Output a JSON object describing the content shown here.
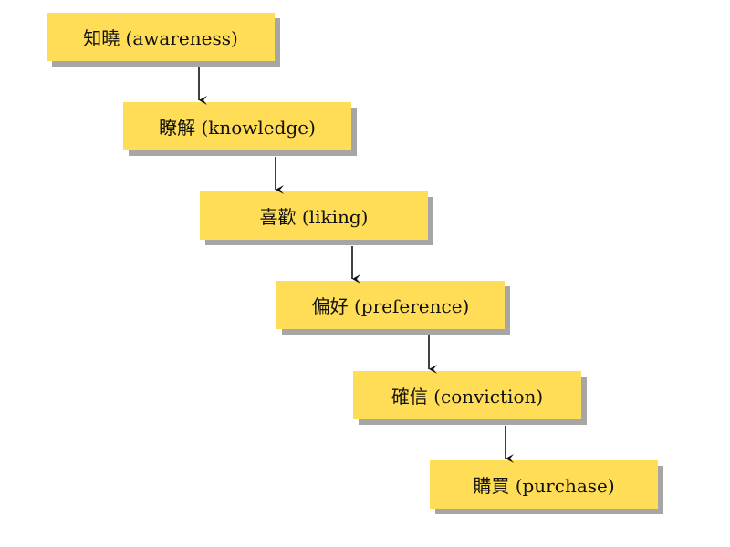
{
  "steps": [
    {
      "label": "知曉 (awareness)"
    },
    {
      "label": "瞭解 (knowledge)"
    },
    {
      "label": "喜歡 (liking)"
    },
    {
      "label": "偏好 (preference)"
    },
    {
      "label": "確信 (conviction)"
    },
    {
      "label": "購買 (purchase)"
    }
  ],
  "colors": {
    "box_fill": "#ffdd57",
    "box_shadow": "#a6a6a6",
    "arrow": "#111111"
  }
}
